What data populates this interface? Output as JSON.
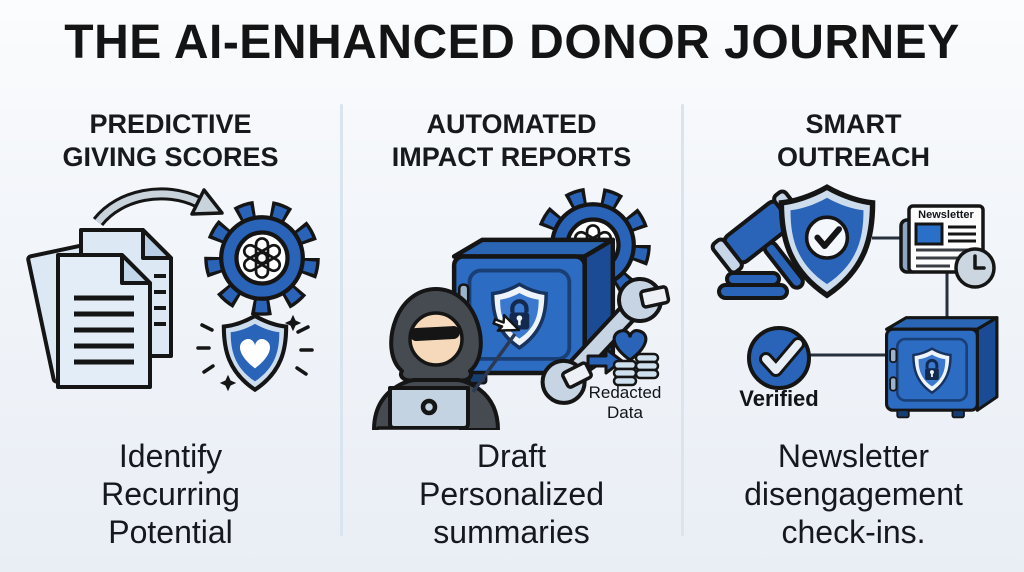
{
  "title": "THE AI-ENHANCED DONOR JOURNEY",
  "colors": {
    "accent_blue": "#2a64b9",
    "dark_navy": "#1b4b94",
    "light_blue": "#cdddee",
    "outline": "#151515",
    "background_top": "#fbfcfd",
    "background_bottom": "#e9eef5",
    "divider": "#d9e4ef"
  },
  "columns": [
    {
      "header": "PREDICTIVE\nGIVING SCORES",
      "caption": "Identify\nRecurring\nPotential",
      "icons": [
        "documents-stack-icon",
        "curved-arrow-icon",
        "openai-gear-icon",
        "heart-shield-icon",
        "sparkles-icon"
      ]
    },
    {
      "header": "AUTOMATED\nIMPACT REPORTS",
      "caption": "Draft\nPersonalized\nsummaries",
      "data_label": "Redacted\nData",
      "icons": [
        "openai-gear-icon",
        "locked-safe-icon",
        "hacker-laptop-icon",
        "cursor-icon",
        "wrench-icon",
        "flow-arrow-icon",
        "heart-icon",
        "database-stack-icon"
      ]
    },
    {
      "header": "SMART\nOUTREACH",
      "caption": "Newsletter\ndisengagement\ncheck-ins.",
      "newsletter_label": "Newsletter",
      "verified_label": "Verified",
      "icons": [
        "gavel-icon",
        "check-shield-icon",
        "newsletter-icon",
        "clock-icon",
        "verified-check-icon",
        "locked-safe-icon",
        "connector-lines"
      ]
    }
  ]
}
